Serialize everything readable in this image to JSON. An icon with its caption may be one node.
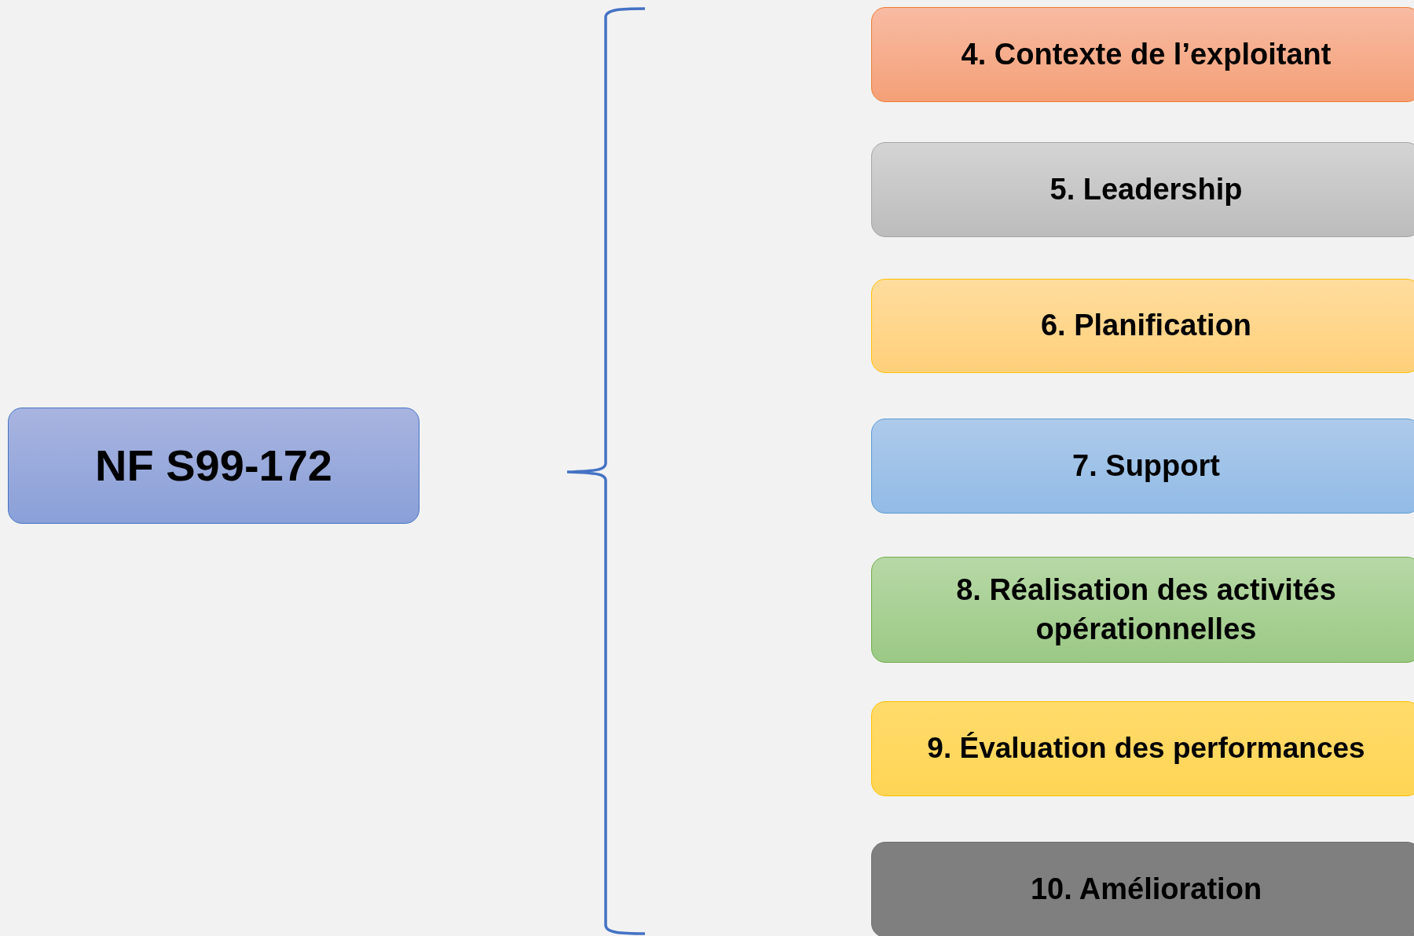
{
  "diagram": {
    "nodes": [
      {
        "text": [
          "NF S99-172"
        ]
      },
      {
        "text": [
          "4. Contexte de l’exploitant"
        ]
      },
      {
        "text": [
          "5. Leadership"
        ]
      },
      {
        "text": [
          "6. Planification"
        ]
      },
      {
        "text": [
          "7. Support"
        ]
      },
      {
        "text": [
          "8. Réalisation des activités opérationnelles"
        ]
      },
      {
        "text": [
          "9. Évaluation des performances"
        ]
      },
      {
        "text": [
          "10. Amélioration"
        ]
      }
    ]
  }
}
